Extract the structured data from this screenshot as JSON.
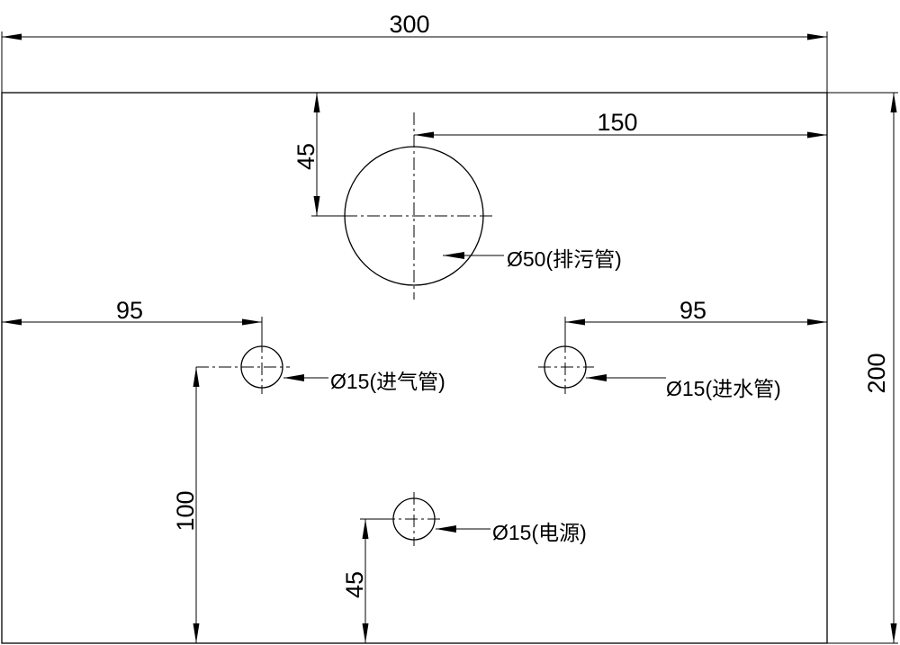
{
  "dimensions": {
    "total_width": "300",
    "total_height": "200",
    "drain_from_right": "150",
    "drain_from_top": "45",
    "gas_from_left": "95",
    "water_from_right": "95",
    "gas_from_bottom": "100",
    "power_from_bottom": "45"
  },
  "holes": {
    "drain": "Ø50(排污管)",
    "gas": "Ø15(进气管)",
    "water": "Ø15(进水管)",
    "power": "Ø15(电源)"
  }
}
